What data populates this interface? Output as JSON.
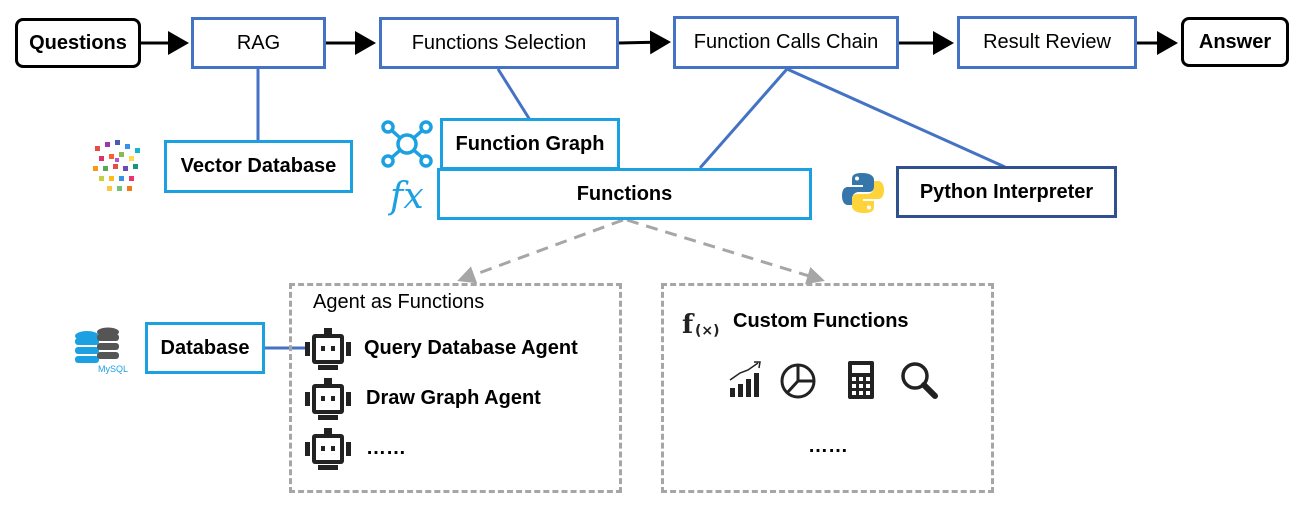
{
  "flow": {
    "questions": "Questions",
    "rag": "RAG",
    "functions_selection": "Functions Selection",
    "function_calls_chain": "Function Calls Chain",
    "result_review": "Result Review",
    "answer": "Answer"
  },
  "components": {
    "vector_database": "Vector Database",
    "function_graph": "Function Graph",
    "functions": "Functions",
    "python_interpreter": "Python Interpreter",
    "database": "Database",
    "mysql_label": "MySQL"
  },
  "agent_panel": {
    "title": "Agent as Functions",
    "items": [
      "Query Database Agent",
      "Draw Graph Agent",
      "……"
    ]
  },
  "custom_panel": {
    "title": "Custom Functions",
    "more": "……"
  },
  "icons": [
    "vector-cube-icon",
    "graph-network-icon",
    "fx-icon",
    "python-icon",
    "mysql-database-icon",
    "robot-icon",
    "f-x-icon",
    "bar-chart-icon",
    "pie-chart-icon",
    "calculator-icon",
    "magnifier-icon"
  ],
  "colors": {
    "step_border": "#4472c4",
    "component_border": "#1ba1e2",
    "python_border": "#2f528f",
    "dash_border": "#a6a6a6"
  }
}
